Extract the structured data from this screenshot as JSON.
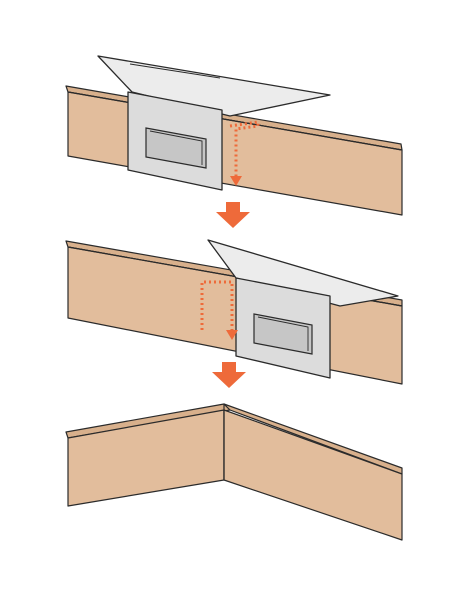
{
  "diagram": {
    "steps": [
      {
        "id": "step-1",
        "name": "mark-first-board"
      },
      {
        "id": "step-2",
        "name": "mark-second-board"
      },
      {
        "id": "step-3",
        "name": "joined-corner"
      }
    ]
  },
  "colors": {
    "wood_face": "#e2bd9c",
    "wood_top": "#d8b08c",
    "wood_edge": "#c79a74",
    "tool_body": "#dcdcdc",
    "tool_top": "#e9e9e9",
    "tool_window": "#c8c8c8",
    "outline": "#2b2b2b",
    "marking": "#ee6a3a",
    "background": "#ffffff"
  },
  "icons": {
    "step_arrow": "down-arrow-icon",
    "marking_line": "dotted-marking-line"
  }
}
